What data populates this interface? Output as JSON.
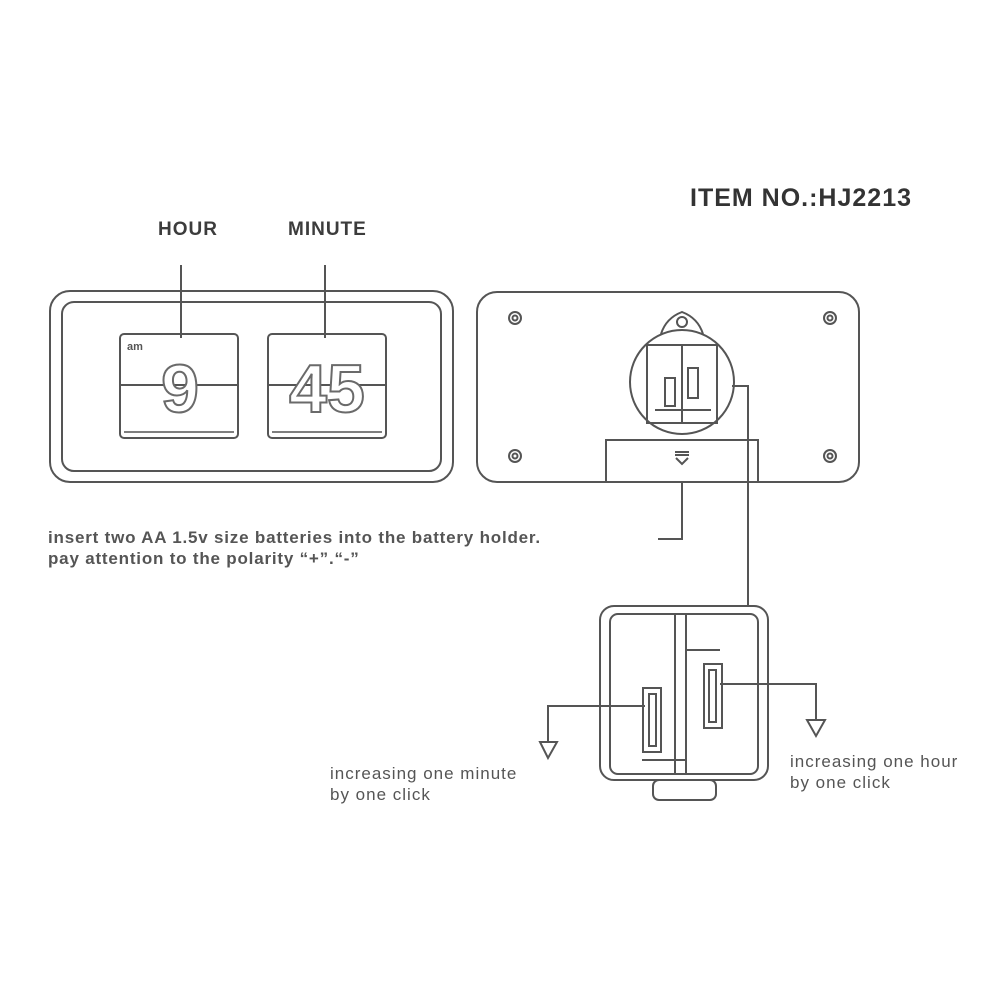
{
  "item_number": "ITEM NO.:HJ2213",
  "labels": {
    "hour": "HOUR",
    "minute": "MINUTE"
  },
  "clock_display": {
    "period": "am",
    "hour_digit": "9",
    "minute_digits": "45"
  },
  "battery_instruction": {
    "line1": "insert two AA 1.5v size batteries into the battery holder.",
    "line2": "pay attention to the polarity “+”.“-”"
  },
  "minute_adjust": {
    "line1": "increasing one minute",
    "line2": "by one click"
  },
  "hour_adjust": {
    "line1": "increasing one hour",
    "line2": "by one click"
  },
  "colors": {
    "line": "#555555",
    "text": "#3c3c3c",
    "background": "#ffffff"
  }
}
